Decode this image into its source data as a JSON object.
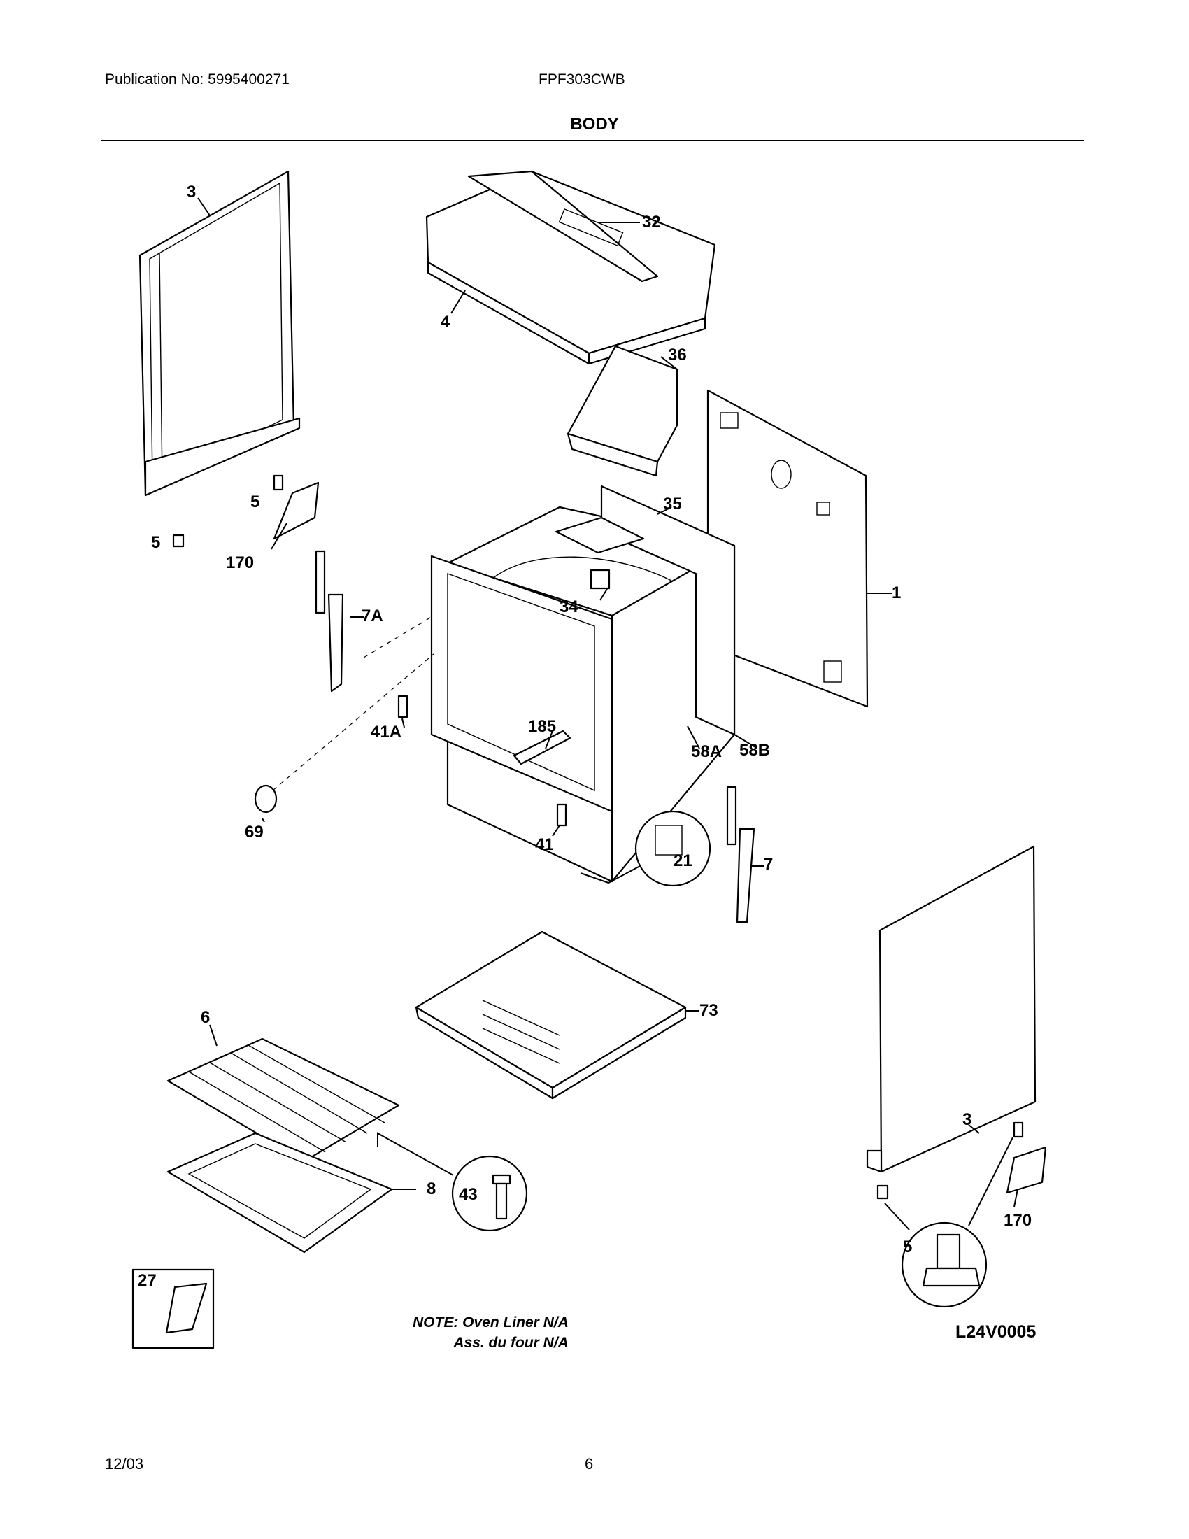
{
  "header": {
    "publication": "Publication No: 5995400271",
    "model": "FPF303CWB",
    "section_title": "BODY"
  },
  "callouts": {
    "c3_left": "3",
    "c32": "32",
    "c4": "4",
    "c36": "36",
    "c5_a": "5",
    "c5_b": "5",
    "c170_left": "170",
    "c35": "35",
    "c34": "34",
    "c1": "1",
    "c7A": "7A",
    "c185": "185",
    "c41A": "41A",
    "c58A": "58A",
    "c58B": "58B",
    "c69": "69",
    "c41": "41",
    "c21": "21",
    "c7": "7",
    "c73": "73",
    "c6": "6",
    "c8": "8",
    "c43": "43",
    "c3_right": "3",
    "c170_right": "170",
    "c5_inset": "5",
    "c27": "27"
  },
  "note": {
    "line1": "NOTE: Oven Liner N/A",
    "line2": "Ass. du four N/A"
  },
  "diagram_code": "L24V0005",
  "footer": {
    "date": "12/03",
    "page": "6"
  }
}
